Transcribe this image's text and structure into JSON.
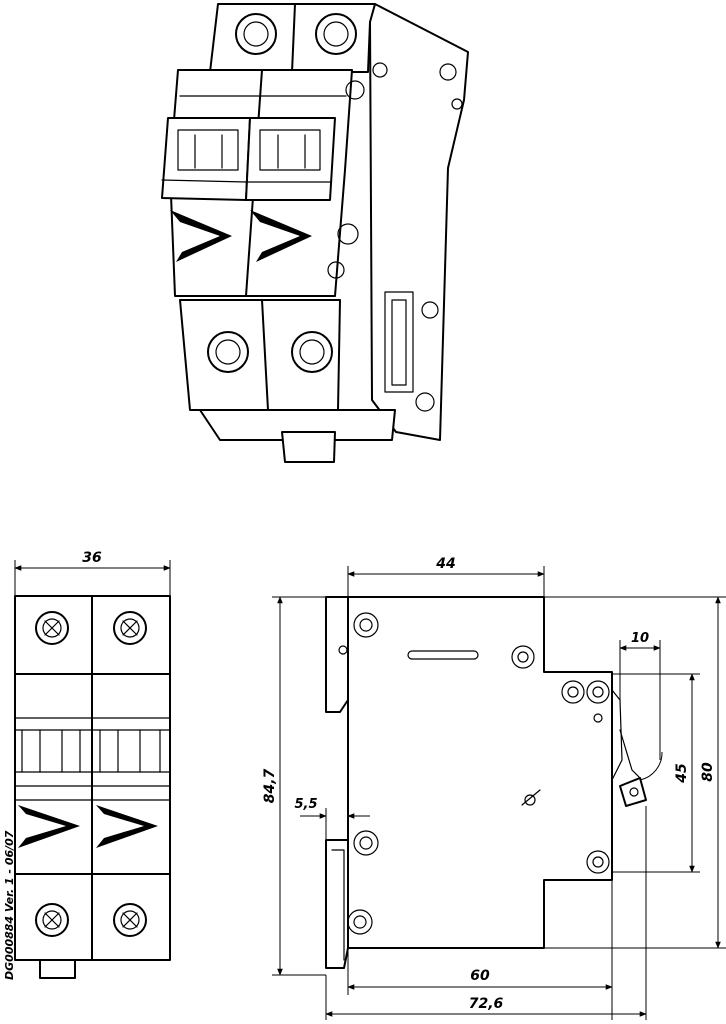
{
  "drawing": {
    "document_code": "DG000884 Ver. 1 - 06/07",
    "front_view": {
      "width_label": "36"
    },
    "side_view": {
      "top_width_label": "44",
      "terminal_offset_label": "10",
      "height_total_label": "84,7",
      "height_body_label": "80",
      "height_front_label": "45",
      "rail_offset_label": "5,5",
      "depth_label": "60",
      "depth_total_label": "72,6"
    }
  }
}
